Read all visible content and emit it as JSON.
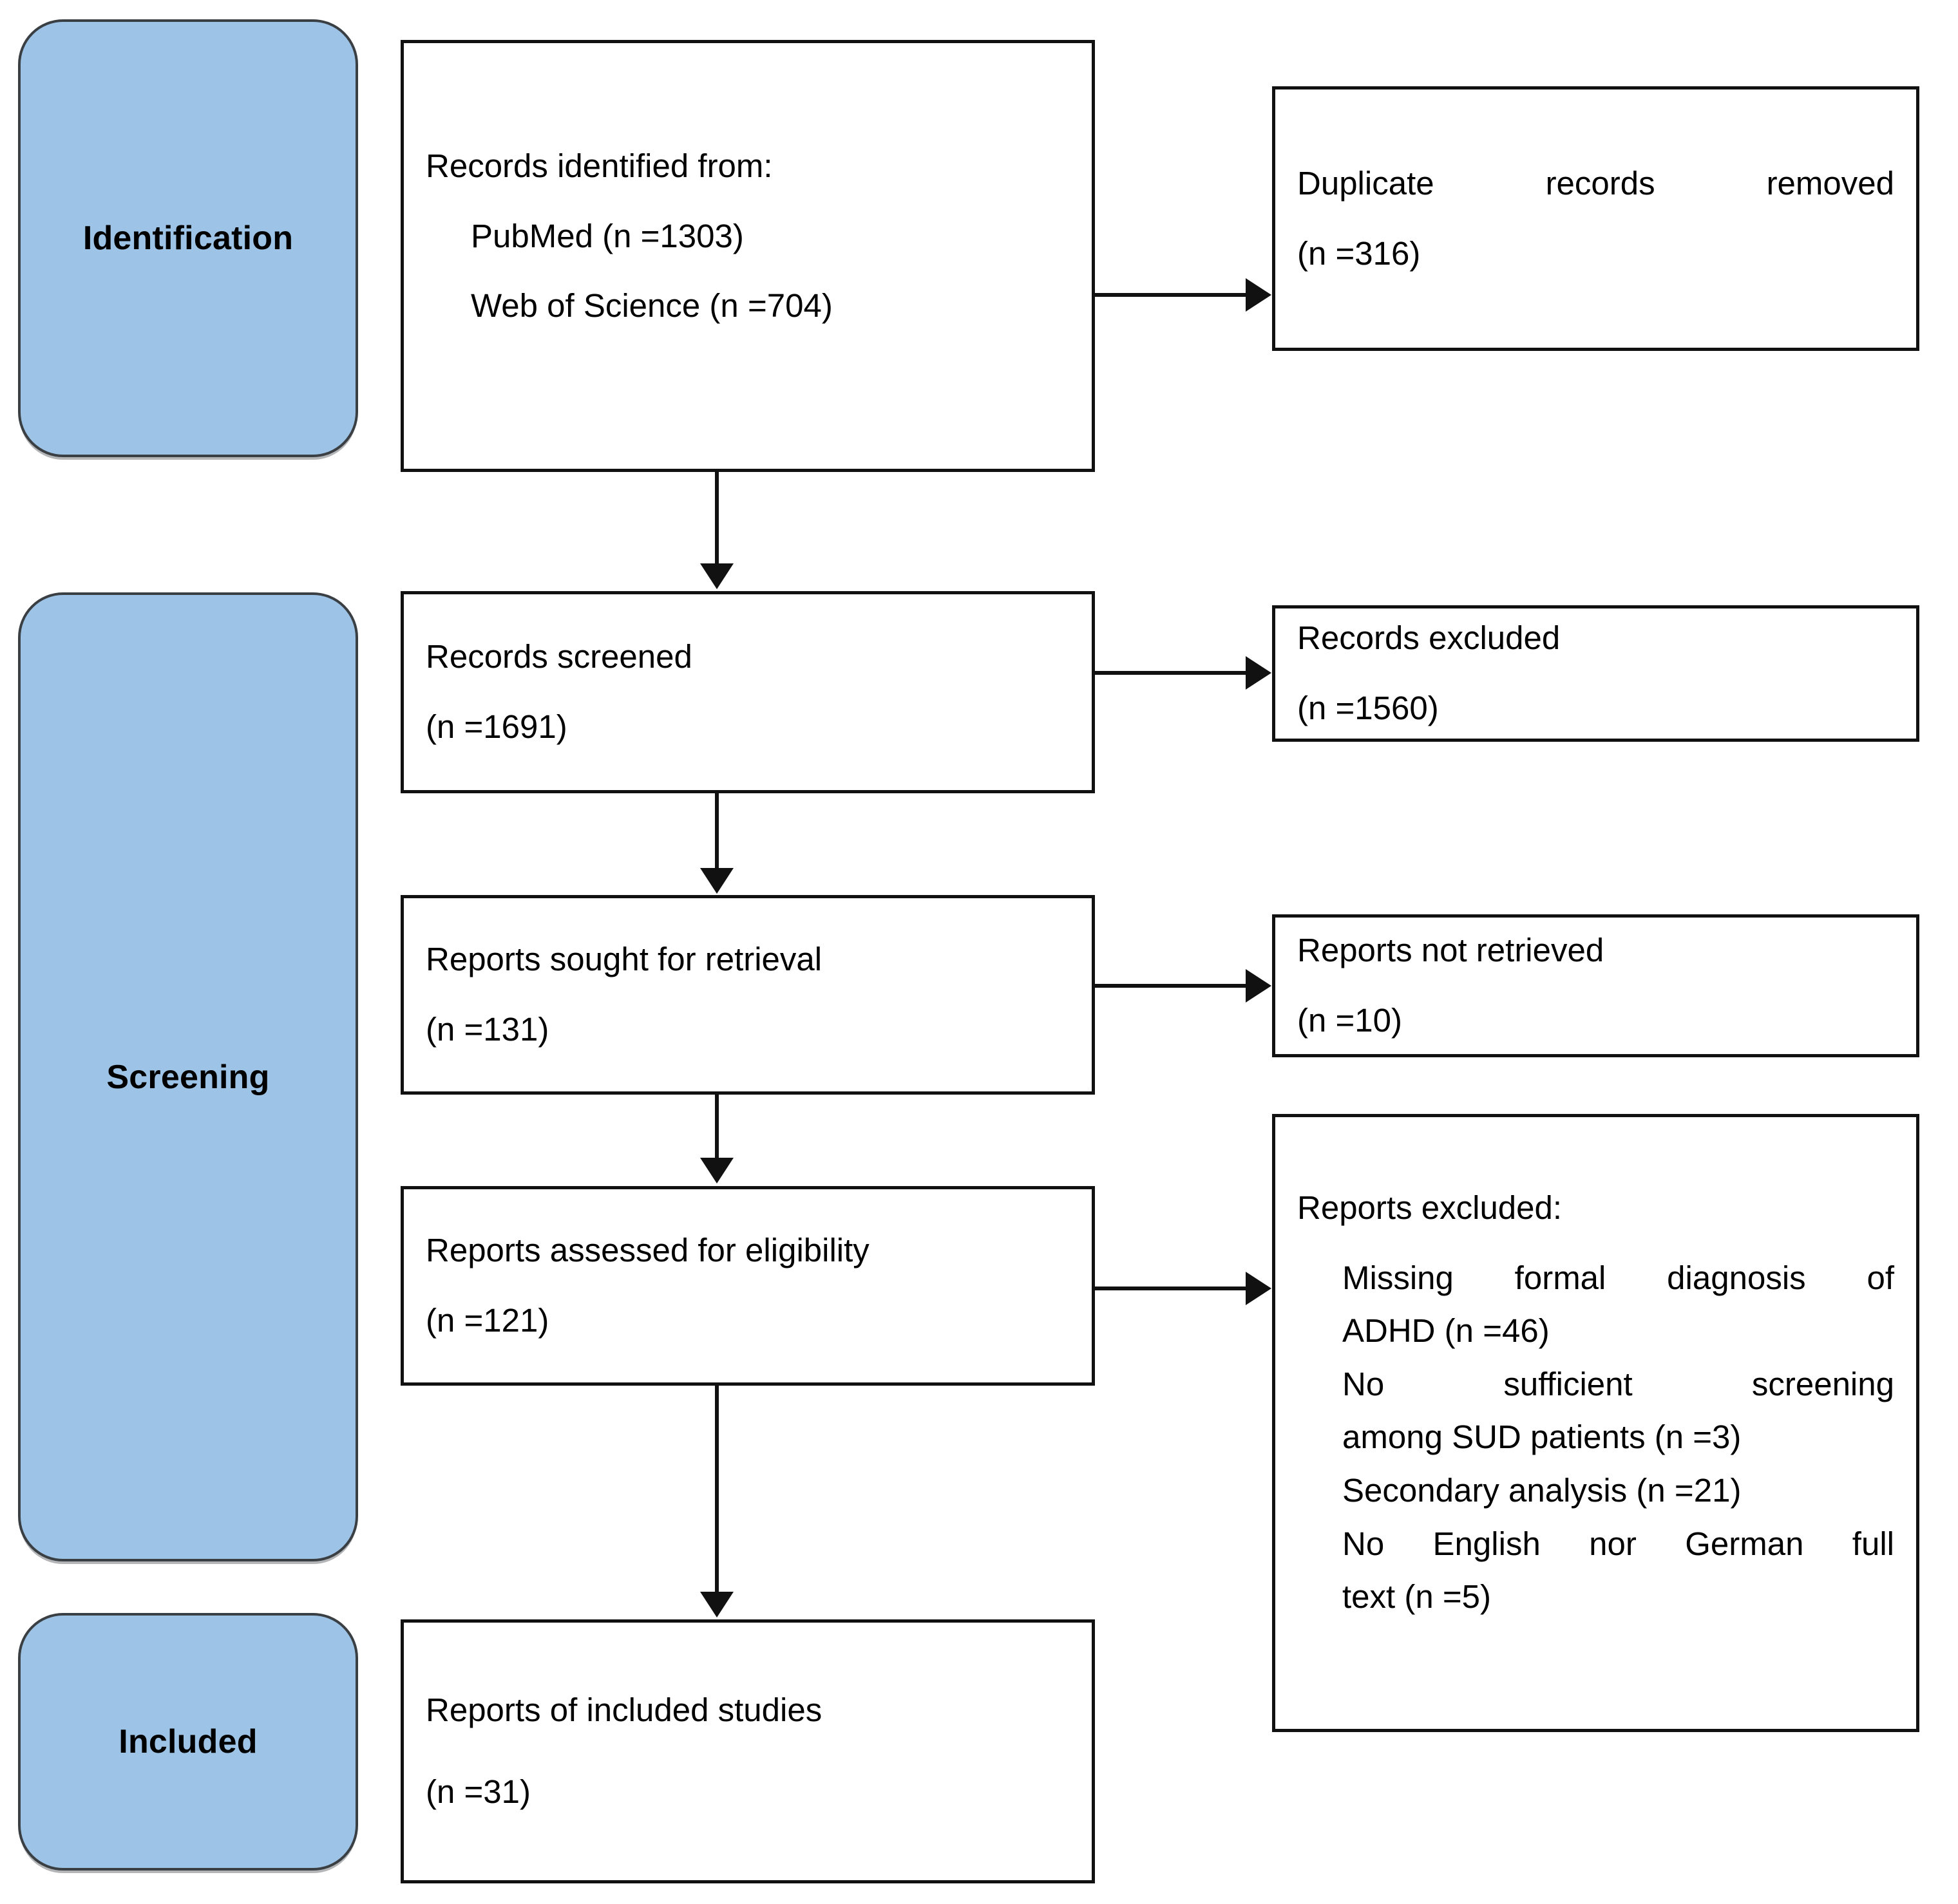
{
  "diagram": {
    "type": "PRISMA flow diagram",
    "stages": [
      {
        "key": "identification",
        "label": "Identification"
      },
      {
        "key": "screening",
        "label": "Screening"
      },
      {
        "key": "included",
        "label": "Included"
      }
    ],
    "boxes": {
      "records_identified": {
        "heading": "Records identified from:",
        "source_1": "PubMed (n =1303)",
        "source_2": "Web of Science (n =704)"
      },
      "duplicates_removed": {
        "line_1": "Duplicate records removed",
        "line_2": "(n =316)"
      },
      "records_screened": {
        "line_1": "Records screened",
        "line_2": "(n =1691)"
      },
      "records_excluded": {
        "line_1": "Records excluded",
        "line_2": "(n =1560)"
      },
      "reports_sought": {
        "line_1": "Reports sought for retrieval",
        "line_2": "(n =131)"
      },
      "reports_not_retrieved": {
        "line_1": "Reports not retrieved",
        "line_2": "(n =10)"
      },
      "reports_assessed": {
        "line_1": "Reports assessed for eligibility",
        "line_2": "(n =121)"
      },
      "reports_excluded": {
        "heading": "Reports excluded:",
        "reason_1a": "Missing formal diagnosis of",
        "reason_1b": "ADHD (n =46)",
        "reason_2a": "No sufficient screening",
        "reason_2b": "among SUD patients (n =3)",
        "reason_3": "Secondary analysis (n =21)",
        "reason_4a": "No English nor German full",
        "reason_4b": "text (n =5)"
      },
      "reports_included": {
        "line_1": "Reports of included studies",
        "line_2": "(n =31)"
      }
    },
    "colors": {
      "stage_fill": "#9dc3e6",
      "stage_border": "#3a3f44",
      "box_border": "#111111",
      "text": "#000000",
      "background": "#ffffff"
    }
  }
}
